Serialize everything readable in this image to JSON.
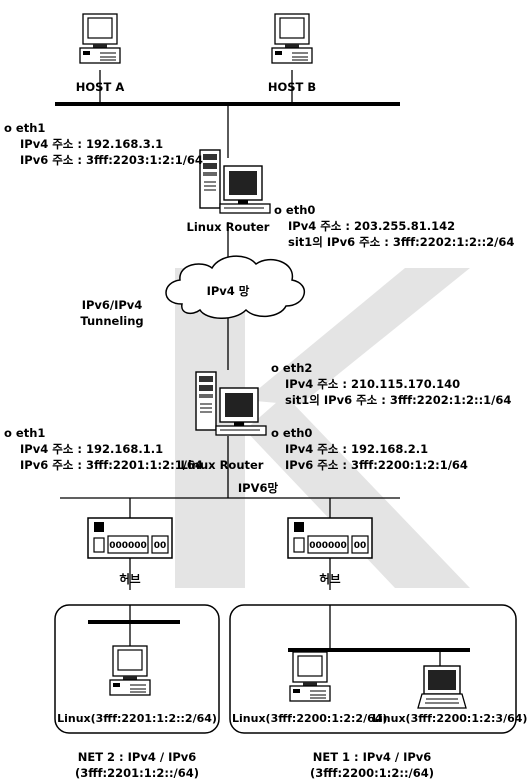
{
  "hosts": {
    "host_a": "HOST A",
    "host_b": "HOST B"
  },
  "router1": {
    "name": "Linux Router",
    "eth1": {
      "title": "o eth1",
      "ipv4": "IPv4 주소 : 192.168.3.1",
      "ipv6": "IPv6 주소 : 3fff:2203:1:2:1/64"
    },
    "eth0": {
      "title": "o eth0",
      "ipv4": "IPv4 주소 : 203.255.81.142",
      "ipv6": "sit1의 IPv6 주소 : 3fff:2202:1:2::2/64"
    }
  },
  "cloud": {
    "label": "IPv4 망"
  },
  "tunnel": {
    "line1": "IPv6/IPv4",
    "line2": "Tunneling"
  },
  "router2": {
    "name": "Linux Router",
    "eth2": {
      "title": "o eth2",
      "ipv4": "IPv4 주소 : 210.115.170.140",
      "ipv6": "sit1의 IPv6 주소 : 3fff:2202:1:2::1/64"
    },
    "eth1": {
      "title": "o eth1",
      "ipv4": "IPv4 주소 : 192.168.1.1",
      "ipv6": "IPv6 주소 : 3fff:2201:1:2:1/64"
    },
    "eth0": {
      "title": "o eth0",
      "ipv4": "IPv4 주소 : 192.168.2.1",
      "ipv6": "IPv6 주소 : 3fff:2200:1:2:1/64"
    }
  },
  "ipv6_net": "IPV6망",
  "hubs": {
    "left": {
      "label": "허브",
      "ports": "000000",
      "port_right": "00"
    },
    "right": {
      "label": "허브",
      "ports": "000000",
      "port_right": "00"
    }
  },
  "nets": {
    "net2": {
      "host": "Linux(3fff:2201:1:2::2/64)",
      "caption1": "NET 2 : IPv4 / IPv6",
      "caption2": "(3fff:2201:1:2::/64)"
    },
    "net1": {
      "host1": "Linux(3fff:2200:1:2:2/64)",
      "host2": "Linux(3fff:2200:1:2:3/64)",
      "caption1": "NET 1 : IPv4 / IPv6",
      "caption2": "(3fff:2200:1:2::/64)"
    }
  }
}
